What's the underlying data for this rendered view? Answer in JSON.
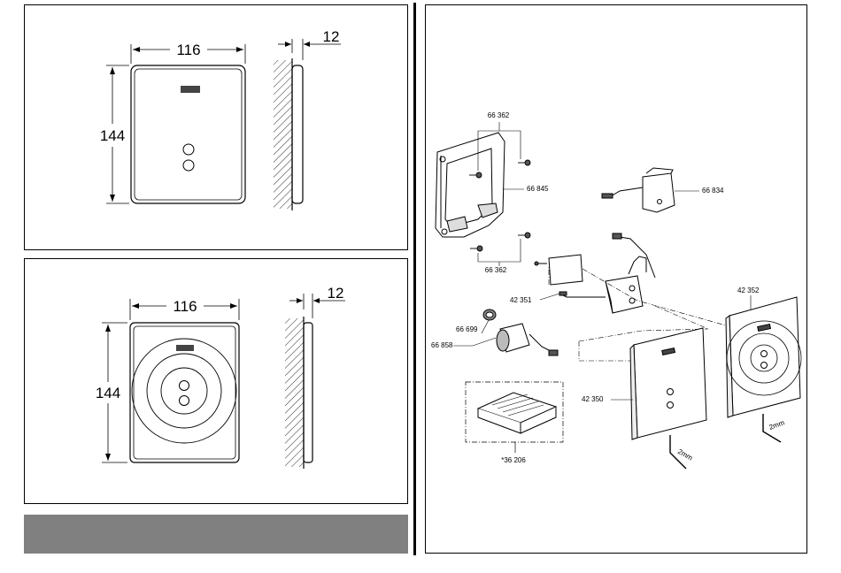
{
  "top_drawing": {
    "width_label": "116",
    "depth_label": "12",
    "height_label": "144"
  },
  "bottom_drawing": {
    "width_label": "116",
    "depth_label": "12",
    "height_label": "144"
  },
  "exploded_view": {
    "labels": {
      "screws_top": "66 362",
      "frame": "66 845",
      "screws_bottom": "66 362",
      "solenoid": "66 834",
      "cable": "42 351",
      "filter": "66 699",
      "valve": "66 858",
      "panel_front_right": "42 352",
      "panel_front": "42 350",
      "battery": "*36 206",
      "hex_key_1": "2mm",
      "hex_key_2": "2mm"
    }
  },
  "colors": {
    "grey_bar": "#808080",
    "line": "#000000"
  }
}
